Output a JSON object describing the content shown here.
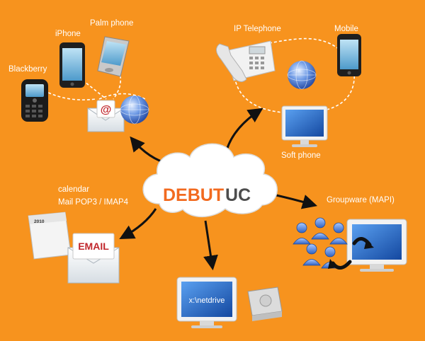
{
  "center": {
    "brand_left": "DEBUT",
    "brand_right": "UC"
  },
  "devices": {
    "blackberry": "Blackberry",
    "iphone": "iPhone",
    "palm_phone": "Palm phone",
    "ip_telephone": "IP Telephone",
    "mobile": "Mobile",
    "soft_phone": "Soft phone",
    "groupware": "Groupware (MAPI)",
    "calendar": "calendar",
    "mail": "Mail POP3 / IMAP4"
  },
  "icons": {
    "at_sign": "@",
    "email_card": "EMAIL",
    "calendar_year": "2010",
    "netdrive_path": "x:\\netdrive"
  },
  "colors": {
    "background": "#f7931e",
    "brand_orange": "#f26a1f",
    "brand_gray": "#4d4d4d",
    "screen_blue": "#1f5fae",
    "email_red": "#c1272d"
  }
}
